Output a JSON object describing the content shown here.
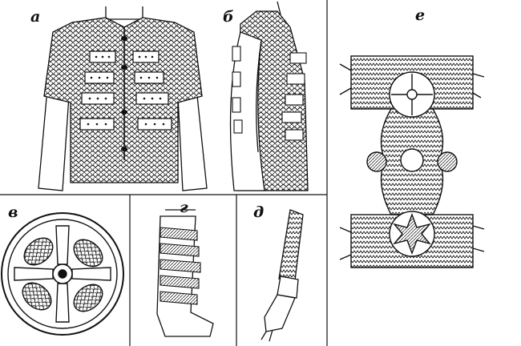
{
  "figure": {
    "panels": [
      {
        "id": "a",
        "label": "а",
        "subject": "chainmail-shirt-front"
      },
      {
        "id": "b",
        "label": "б",
        "subject": "chainmail-shirt-side"
      },
      {
        "id": "v",
        "label": "в",
        "subject": "round-shield-disc"
      },
      {
        "id": "g",
        "label": "г",
        "subject": "leg-greave"
      },
      {
        "id": "d",
        "label": "д",
        "subject": "arm-bracer"
      },
      {
        "id": "e",
        "label": "е",
        "subject": "ornamented-plate-belt"
      }
    ],
    "colors": {
      "ink": "#111111",
      "paper": "#ffffff"
    }
  }
}
